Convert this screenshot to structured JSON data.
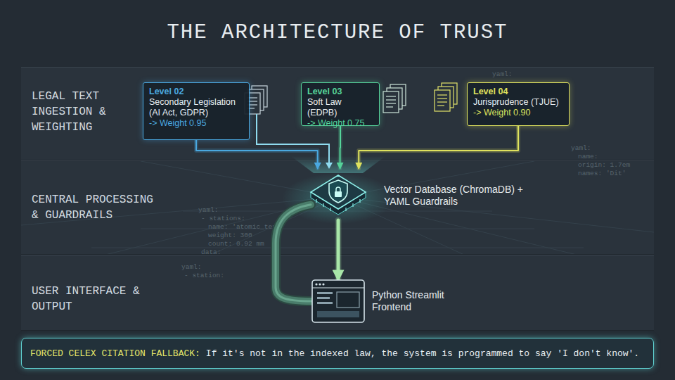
{
  "diagram": {
    "title": "THE ARCHITECTURE OF TRUST",
    "nodes": [
      {
        "text": [
          "LEGAL TEXT INGESTION & WEIGHTING"
        ]
      },
      {
        "text": [
          "Level 02",
          "Secondary Legislation (AI Act, GDPR)",
          "-> Weight 0.95"
        ],
        "in": 0
      },
      {
        "text": [
          "Level 03",
          "Soft Law (EDPB)",
          "-> Weight 0.75"
        ],
        "in": 0
      },
      {
        "text": [
          "Level 04",
          "Jurisprudence (TJUE)",
          "-> Weight 0.90"
        ],
        "in": 0
      },
      {
        "text": [
          "CENTRAL PROCESSING & GUARDRAILS"
        ]
      },
      {
        "text": [
          "Vector Database (ChromaDB) + YAML Guardrails"
        ],
        "in": 4
      },
      {
        "text": [
          "USER INTERFACE & OUTPUT"
        ]
      },
      {
        "text": [
          "Python Streamlit Frontend"
        ],
        "in": 6
      },
      {
        "text": [
          "FORCED CELEX CITATION FALLBACK:",
          "If it's not in the indexed law, the system is programmed to say 'I don't know'."
        ]
      }
    ],
    "edges": [
      {
        "from": 1,
        "to": 5,
        "arrow": "to"
      },
      {
        "from": 2,
        "to": 5,
        "arrow": "to"
      },
      {
        "from": 3,
        "to": 5,
        "arrow": "to"
      },
      {
        "from": 5,
        "to": 7,
        "arrow": "to"
      },
      {
        "from": 5,
        "to": 7,
        "arrow": "none"
      }
    ],
    "labels": [
      "yaml:",
      "yaml:",
      "name:",
      "origin: 1.7em",
      "names: 'Dit'",
      "yaml:",
      "- stations:",
      "name: 'atomic_text'",
      "weight: 300",
      "count: 0.92 mm",
      "data:",
      "yaml:",
      "- station:"
    ]
  }
}
